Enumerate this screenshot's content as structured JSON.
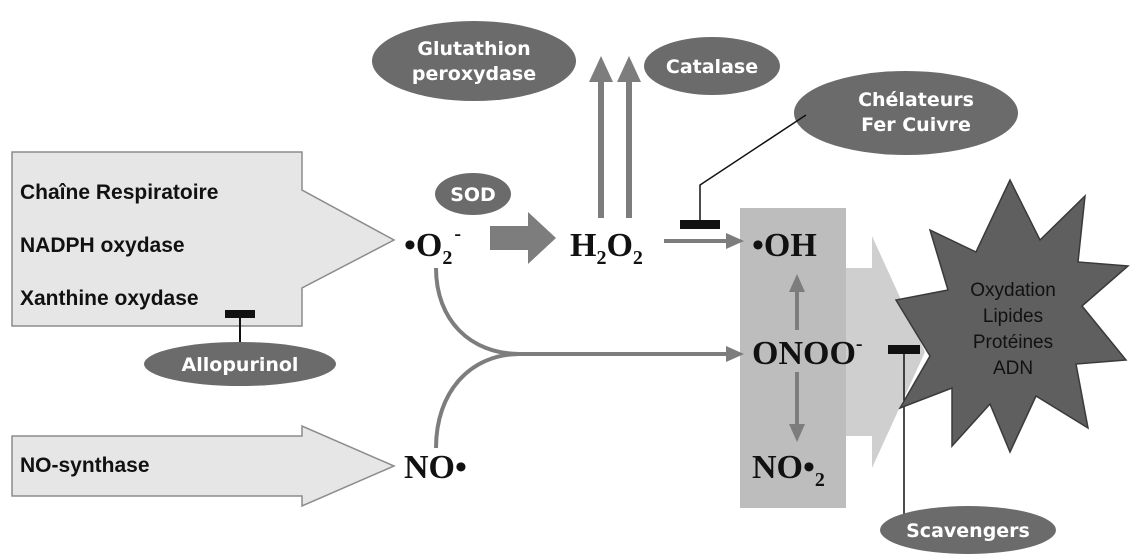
{
  "sources": {
    "respiratory_chain": "Chaîne Respiratoire",
    "nadph_oxidase": "NADPH oxydase",
    "xanthine_oxidase": "Xanthine oxydase",
    "no_synthase": "NO-synthase"
  },
  "enzymes": {
    "sod": "SOD",
    "glutathion_line1": "Glutathion",
    "glutathion_line2": "peroxydase",
    "catalase": "Catalase",
    "chelators_line1": "Chélateurs",
    "chelators_line2": "Fer Cuivre",
    "allopurinol": "Allopurinol",
    "scavengers": "Scavengers"
  },
  "species": {
    "superoxide": {
      "dot": "•",
      "base": "O",
      "sub": "2",
      "sup": "-"
    },
    "hydrogen_peroxide": {
      "h": "H",
      "sub1": "2",
      "o": "O",
      "sub2": "2"
    },
    "hydroxyl": "•OH",
    "peroxynitrite": {
      "base": "ONOO",
      "sup": "-"
    },
    "nitric_oxide": "NO•",
    "nitrogen_dioxide": {
      "base": "NO•",
      "sub": "2"
    }
  },
  "damage": {
    "line1": "Oxydation",
    "line2": "Lipides",
    "line3": "Protéines",
    "line4": "ADN"
  },
  "colors": {
    "source_fill": "#e6e6e6",
    "source_stroke": "#8c8c8c",
    "pill_fill": "#6b6b6b",
    "arrow_gray": "#7d7d7d",
    "panel_gray": "#bdbdbd",
    "star_fill": "#5f5f5f",
    "inhibitor": "#111111"
  }
}
